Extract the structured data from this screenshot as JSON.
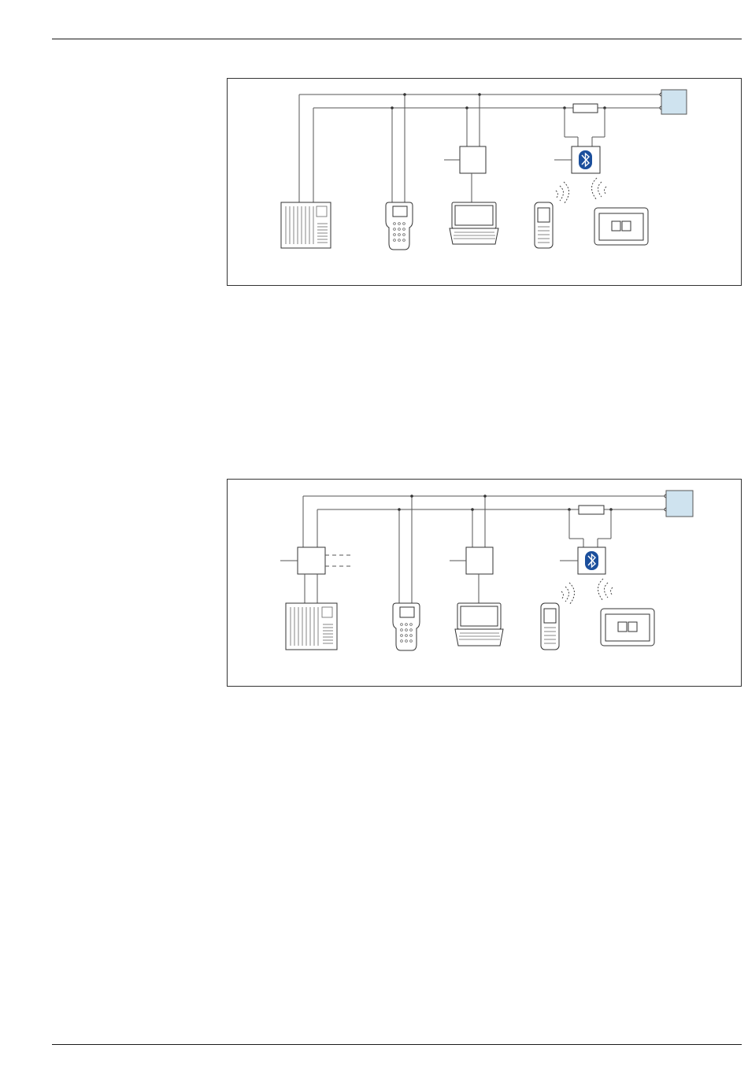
{
  "page": {
    "header_rule": true,
    "footer_rule": true
  },
  "diagrams": [
    {
      "id": "point-to-point-hart",
      "components": [
        "field-device",
        "resistor",
        "controller",
        "field-communicator",
        "modem-laptop",
        "bluetooth-modem",
        "smartphone",
        "tablet"
      ],
      "colors": {
        "field_device": "#cfe3ef",
        "bluetooth": "#1b4f9c"
      }
    },
    {
      "id": "hart-with-interface",
      "components": [
        "field-device",
        "resistor",
        "transmitter-supply-unit",
        "controller",
        "field-communicator",
        "modem-laptop",
        "bluetooth-modem",
        "smartphone",
        "tablet"
      ],
      "colors": {
        "field_device": "#cfe3ef",
        "bluetooth": "#1b4f9c"
      }
    }
  ]
}
